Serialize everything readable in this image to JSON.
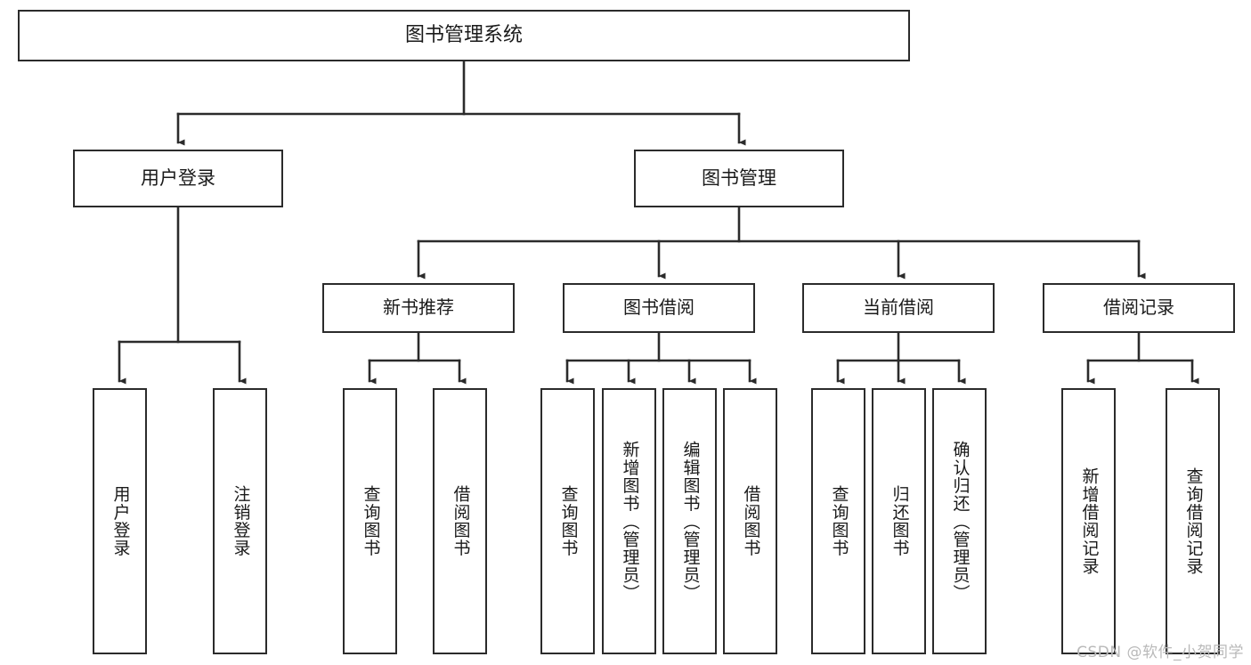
{
  "diagram": {
    "type": "tree-hierarchy",
    "title": "图书管理系统",
    "orientation": "top-down",
    "watermark": "CSDN @软件_小贺同学",
    "colors": {
      "box_border": "#2b2b2b",
      "box_fill": "#ffffff",
      "connector": "#2b2b2b",
      "text": "#1a1a1a",
      "watermark": "#b9b9b9",
      "background": "#ffffff"
    },
    "nodes": {
      "root": {
        "label": "图书管理系统",
        "level": 1
      },
      "user_login": {
        "label": "用户登录",
        "level": 2
      },
      "book_manage": {
        "label": "图书管理",
        "level": 2
      },
      "new_book_rec": {
        "label": "新书推荐",
        "level": 3
      },
      "book_borrow": {
        "label": "图书借阅",
        "level": 3
      },
      "current_borrow": {
        "label": "当前借阅",
        "level": 3
      },
      "borrow_record": {
        "label": "借阅记录",
        "level": 3
      },
      "leaf_user_login": {
        "label": "用户登录",
        "level": 4
      },
      "leaf_logout": {
        "label": "注销登录",
        "level": 4
      },
      "leaf_query_book_1": {
        "label": "查询图书",
        "level": 4
      },
      "leaf_borrow_book_1": {
        "label": "借阅图书",
        "level": 4
      },
      "leaf_query_book_2": {
        "label": "查询图书",
        "level": 4
      },
      "leaf_add_book": {
        "label": "新增图书（管理员）",
        "level": 4
      },
      "leaf_edit_book": {
        "label": "编辑图书（管理员）",
        "level": 4
      },
      "leaf_borrow_book_2": {
        "label": "借阅图书",
        "level": 4
      },
      "leaf_query_book_3": {
        "label": "查询图书",
        "level": 4
      },
      "leaf_return_book": {
        "label": "归还图书",
        "level": 4
      },
      "leaf_confirm_return": {
        "label": "确认归还（管理员）",
        "level": 4
      },
      "leaf_add_record": {
        "label": "新增借阅记录",
        "level": 4
      },
      "leaf_query_record": {
        "label": "查询借阅记录",
        "level": 4
      }
    },
    "edges": [
      {
        "from": "root",
        "to": "user_login"
      },
      {
        "from": "root",
        "to": "book_manage"
      },
      {
        "from": "book_manage",
        "to": "new_book_rec"
      },
      {
        "from": "book_manage",
        "to": "book_borrow"
      },
      {
        "from": "book_manage",
        "to": "current_borrow"
      },
      {
        "from": "book_manage",
        "to": "borrow_record"
      },
      {
        "from": "user_login",
        "to": "leaf_user_login"
      },
      {
        "from": "user_login",
        "to": "leaf_logout"
      },
      {
        "from": "new_book_rec",
        "to": "leaf_query_book_1"
      },
      {
        "from": "new_book_rec",
        "to": "leaf_borrow_book_1"
      },
      {
        "from": "book_borrow",
        "to": "leaf_query_book_2"
      },
      {
        "from": "book_borrow",
        "to": "leaf_add_book"
      },
      {
        "from": "book_borrow",
        "to": "leaf_edit_book"
      },
      {
        "from": "book_borrow",
        "to": "leaf_borrow_book_2"
      },
      {
        "from": "current_borrow",
        "to": "leaf_query_book_3"
      },
      {
        "from": "current_borrow",
        "to": "leaf_return_book"
      },
      {
        "from": "current_borrow",
        "to": "leaf_confirm_return"
      },
      {
        "from": "borrow_record",
        "to": "leaf_add_record"
      },
      {
        "from": "borrow_record",
        "to": "leaf_query_record"
      }
    ]
  }
}
